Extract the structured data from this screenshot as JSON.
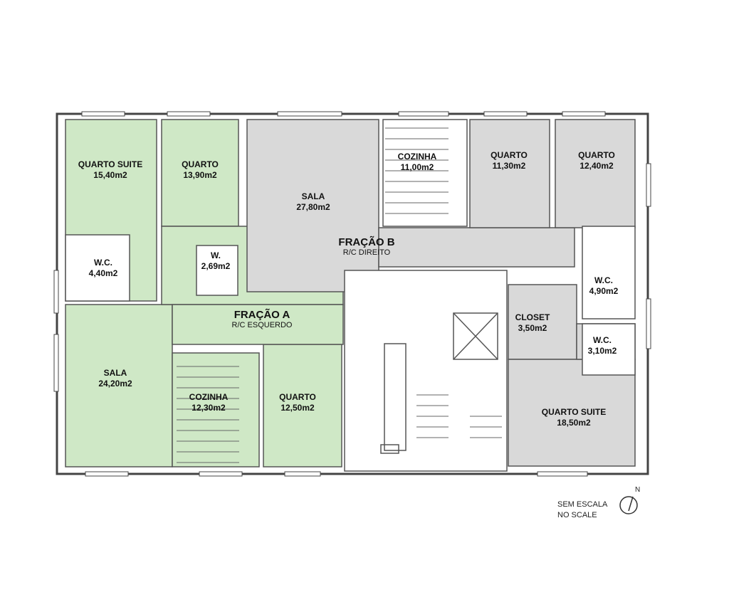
{
  "rooms": {
    "quarto_suite_a": {
      "name": "QUARTO SUITE",
      "area": "15,40m2"
    },
    "quarto_a1": {
      "name": "QUARTO",
      "area": "13,90m2"
    },
    "wc_a1": {
      "name": "W.C.",
      "area": "4,40m2"
    },
    "wc_a2": {
      "name": "W.",
      "area": "2,69m2"
    },
    "sala_a": {
      "name": "SALA",
      "area": "24,20m2"
    },
    "cozinha_a": {
      "name": "COZINHA",
      "area": "12,30m2"
    },
    "quarto_a2": {
      "name": "QUARTO",
      "area": "12,50m2"
    },
    "sala_b": {
      "name": "SALA",
      "area": "27,80m2"
    },
    "cozinha_b": {
      "name": "COZINHA",
      "area": "11,00m2"
    },
    "quarto_b1": {
      "name": "QUARTO",
      "area": "11,30m2"
    },
    "quarto_b2": {
      "name": "QUARTO",
      "area": "12,40m2"
    },
    "wc_b1": {
      "name": "W.C.",
      "area": "4,90m2"
    },
    "closet_b": {
      "name": "CLOSET",
      "area": "3,50m2"
    },
    "wc_b2": {
      "name": "W.C.",
      "area": "3,10m2"
    },
    "quarto_suite_b": {
      "name": "QUARTO SUITE",
      "area": "18,50m2"
    }
  },
  "fractions": {
    "a": {
      "title": "FRAÇÃO A",
      "subtitle": "R/C ESQUERDO"
    },
    "b": {
      "title": "FRAÇÃO B",
      "subtitle": "R/C DIREITO"
    }
  },
  "scale_note": {
    "line1": "SEM ESCALA",
    "line2": "NO SCALE"
  },
  "north_label": "N",
  "colors": {
    "fracao_a": "#cfe8c6",
    "fracao_b": "#d9d9d9",
    "wall": "#444444",
    "common": "#ffffff"
  }
}
